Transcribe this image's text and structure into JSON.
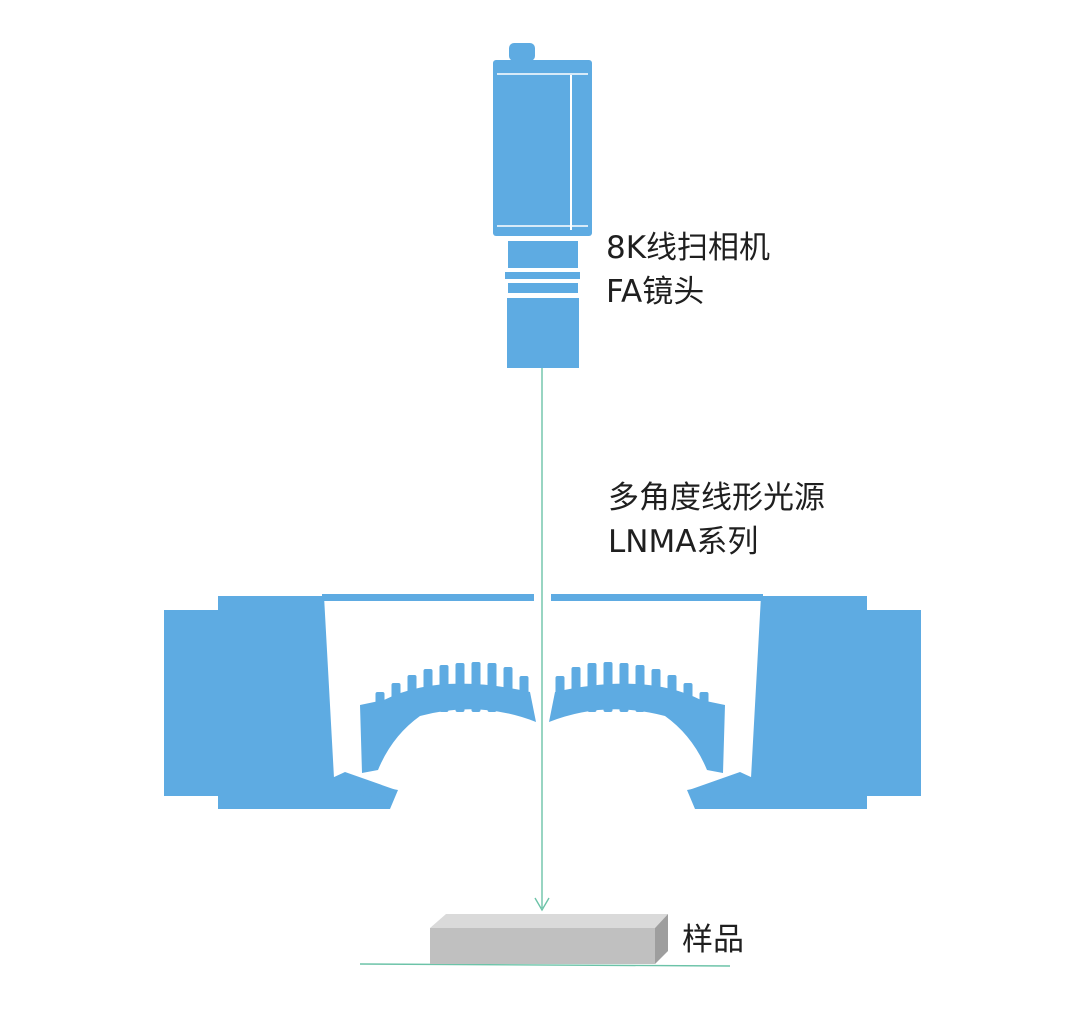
{
  "labels": {
    "camera_line1": "8K线扫相机",
    "camera_line2": "FA镜头",
    "light_line1": "多角度线形光源",
    "light_line2": "LNMA系列",
    "sample": "样品"
  },
  "colors": {
    "device_blue": "#5eabe2",
    "beam_green": "#6cc3a8",
    "sample_front": "#c0c0c0",
    "sample_top": "#dadada",
    "sample_side": "#9e9e9e",
    "text": "#1f1f1f"
  }
}
